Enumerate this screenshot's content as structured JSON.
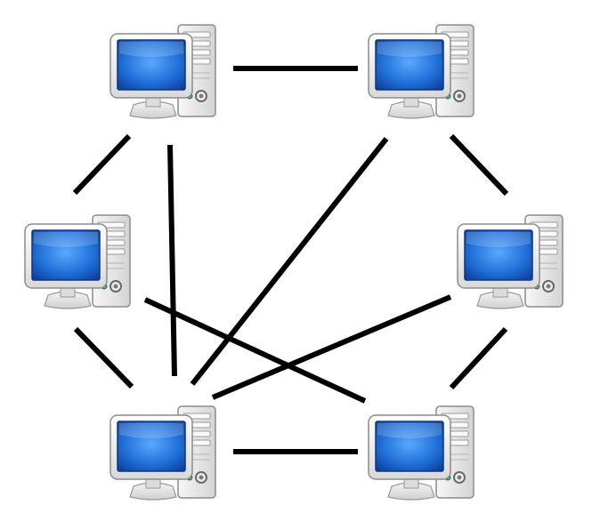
{
  "diagram": {
    "type": "network-topology",
    "node_icon": "desktop-computer-icon",
    "node_count": 6,
    "nodes": [
      {
        "id": "top-left"
      },
      {
        "id": "top-right"
      },
      {
        "id": "middle-left"
      },
      {
        "id": "middle-right"
      },
      {
        "id": "bottom-left"
      },
      {
        "id": "bottom-right"
      }
    ],
    "links": [
      {
        "from": "top-left",
        "to": "top-right"
      },
      {
        "from": "top-left",
        "to": "middle-left"
      },
      {
        "from": "top-left",
        "to": "bottom-left"
      },
      {
        "from": "top-right",
        "to": "middle-right"
      },
      {
        "from": "top-right",
        "to": "bottom-left"
      },
      {
        "from": "middle-left",
        "to": "bottom-left"
      },
      {
        "from": "middle-left",
        "to": "bottom-right"
      },
      {
        "from": "middle-right",
        "to": "bottom-left"
      },
      {
        "from": "middle-right",
        "to": "bottom-right"
      },
      {
        "from": "bottom-left",
        "to": "bottom-right"
      }
    ],
    "colors": {
      "link": "#000000",
      "screen": "#1e6fd6",
      "case": "#e6e6e6",
      "background": "#ffffff"
    }
  }
}
